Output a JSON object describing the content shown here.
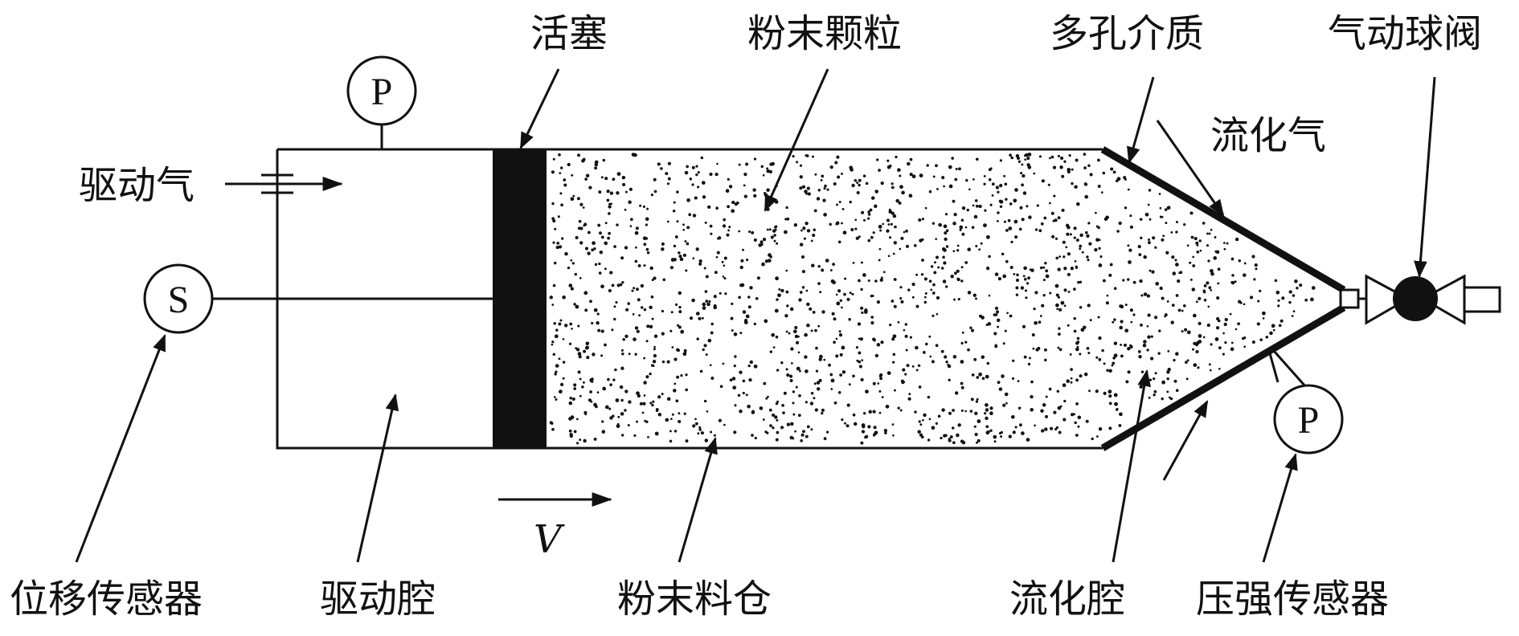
{
  "labels": {
    "piston": "活塞",
    "powder_particles": "粉末颗粒",
    "porous_medium": "多孔介质",
    "pneumatic_ball_valve": "气动球阀",
    "fluidizing_gas": "流化气",
    "driving_gas": "驱动气",
    "displacement_sensor": "位移传感器",
    "drive_chamber": "驱动腔",
    "powder_silo": "粉末料仓",
    "fluidization_chamber": "流化腔",
    "pressure_sensor": "压强传感器",
    "velocity": "V"
  },
  "gauges": {
    "pressure_top": "P",
    "displacement": "S",
    "pressure_bottom": "P"
  },
  "colors": {
    "ink": "#111111",
    "background": "#ffffff"
  },
  "icons": {
    "gauge": "circle-gauge-icon",
    "valve": "ball-valve-icon",
    "arrow": "leader-arrow-icon"
  }
}
